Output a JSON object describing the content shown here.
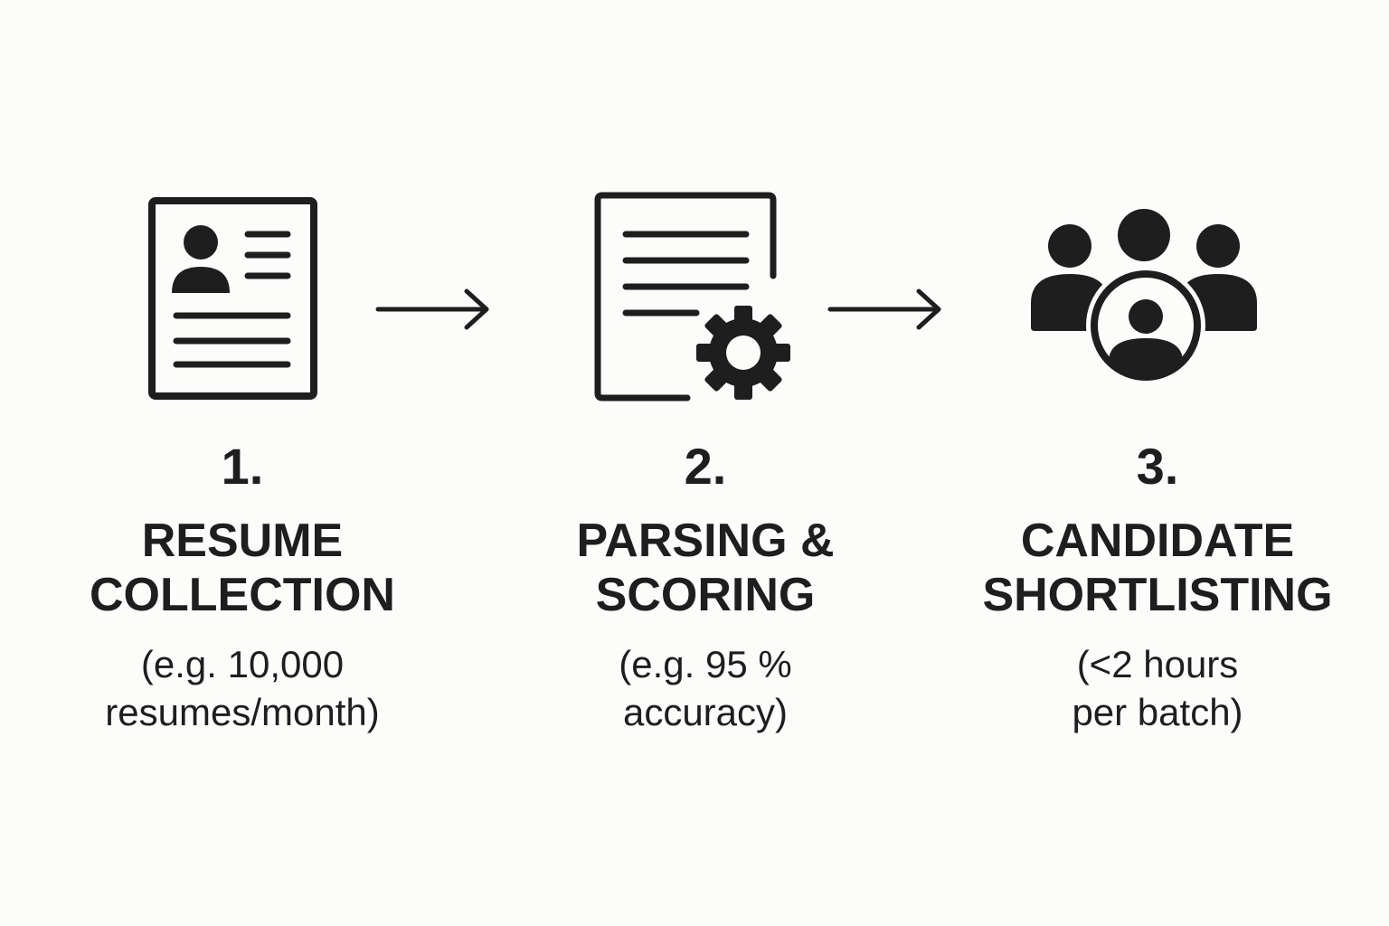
{
  "steps": [
    {
      "icon": "resume-document-icon",
      "number": "1.",
      "title_lines": [
        "RESUME",
        "COLLECTION"
      ],
      "desc_lines": [
        "(e.g. 10,000",
        "resumes/month)"
      ]
    },
    {
      "icon": "document-gear-icon",
      "number": "2.",
      "title_lines": [
        "PARSING &",
        "SCORING"
      ],
      "desc_lines": [
        "(e.g. 95 %",
        "accuracy)"
      ]
    },
    {
      "icon": "candidate-group-icon",
      "number": "3.",
      "title_lines": [
        "CANDIDATE",
        "SHORTLISTING"
      ],
      "desc_lines": [
        "(<2 hours",
        "per batch)"
      ]
    }
  ],
  "arrows": [
    "arrow-right-icon",
    "arrow-right-icon"
  ],
  "colors": {
    "ink": "#1e1e1e",
    "background": "#fcfcfb"
  }
}
